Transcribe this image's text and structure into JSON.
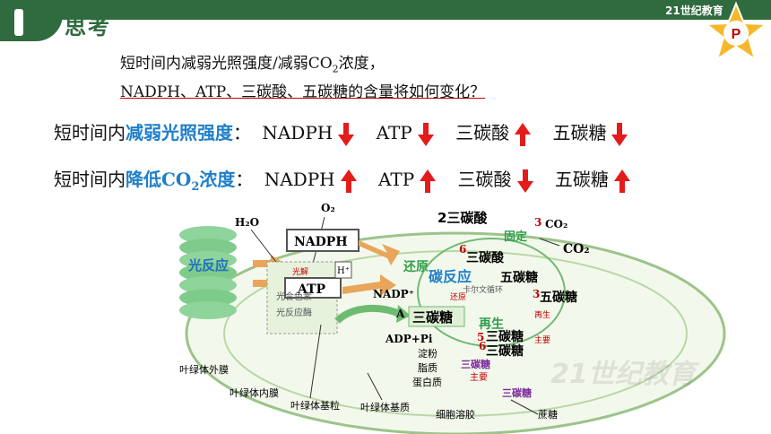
{
  "header": {
    "section_title": "思考",
    "logo_text": "21世纪教育",
    "badge": "P"
  },
  "question": {
    "line1_prefix": "短时间内减弱光照强度/减弱CO",
    "line1_sub": "2",
    "line1_suffix": "浓度，",
    "line2": "NADPH、ATP、三碳酸、五碳糖的含量将如何变化？"
  },
  "row1": {
    "prefix": "短时间内",
    "highlight": "减弱光照强度",
    "colon": "：",
    "items": [
      {
        "label": "NADPH",
        "trend": "down"
      },
      {
        "label": "ATP",
        "trend": "down"
      },
      {
        "label": "三碳酸",
        "trend": "up"
      },
      {
        "label": "五碳糖",
        "trend": "down"
      }
    ]
  },
  "row2": {
    "prefix": "短时间内",
    "highlight_a": "降低CO",
    "highlight_sub": "2",
    "highlight_b": "浓度",
    "colon": "：",
    "items": [
      {
        "label": "NADPH",
        "trend": "up"
      },
      {
        "label": "ATP",
        "trend": "up"
      },
      {
        "label": "三碳酸",
        "trend": "down"
      },
      {
        "label": "五碳糖",
        "trend": "up"
      }
    ]
  },
  "diagram": {
    "h2o": "H₂O",
    "o2": "O₂",
    "light_reaction": "光反应",
    "nadph": "NADPH",
    "atp": "ATP",
    "light_small": "光解",
    "h_plus": "H⁺",
    "pigment": "光合色素",
    "enzyme": "光反应酶",
    "nadp_plus": "NADP⁺",
    "adp": "ADP+Pi",
    "a_small": "A",
    "c3_top": "2三碳酸",
    "fix": "固定",
    "co2": "CO₂",
    "co2_big": "CO₂",
    "num3a": "3",
    "num6": "6",
    "c3_mid": "三碳酸",
    "c5_mid": "五碳糖",
    "num3b": "3",
    "c5_right": "五碳糖",
    "dark_reaction": "碳反应",
    "reduce": "还原",
    "reduce_small": "还原",
    "calvin": "卡尔文循环",
    "c3_box": "三碳糖",
    "regen": "再生",
    "regen_small": "再生",
    "num5": "5",
    "num6b": "6",
    "c3sugar_a": "三碳糖",
    "c3sugar_b": "三碳糖",
    "main1": "主要",
    "starch": "淀粉",
    "lipid": "脂质",
    "protein": "蛋白质",
    "c3sugar_c": "三碳糖",
    "main2": "主要",
    "c3sugar_d": "三碳糖",
    "sucrose": "蔗糖",
    "outer": "叶绿体外膜",
    "inner": "叶绿体内膜",
    "grana": "叶绿体基粒",
    "stroma": "叶绿体基质",
    "cytosol": "细胞溶胶"
  },
  "colors": {
    "brand_green": "#2f6b3f",
    "highlight_blue": "#1f7fc9",
    "arrow_red": "#e41b1b"
  }
}
